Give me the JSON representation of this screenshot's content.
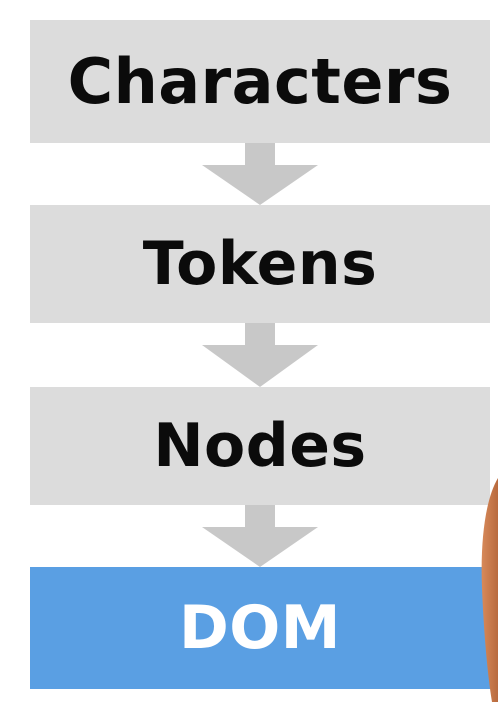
{
  "diagram": {
    "steps": [
      {
        "label": "Characters",
        "color": "#dcdcdc"
      },
      {
        "label": "Tokens",
        "color": "#dcdcdc"
      },
      {
        "label": "Nodes",
        "color": "#dcdcdc"
      },
      {
        "label": "DOM",
        "color": "#5a9fe3"
      }
    ],
    "arrow_color": "#c8c8c8"
  }
}
